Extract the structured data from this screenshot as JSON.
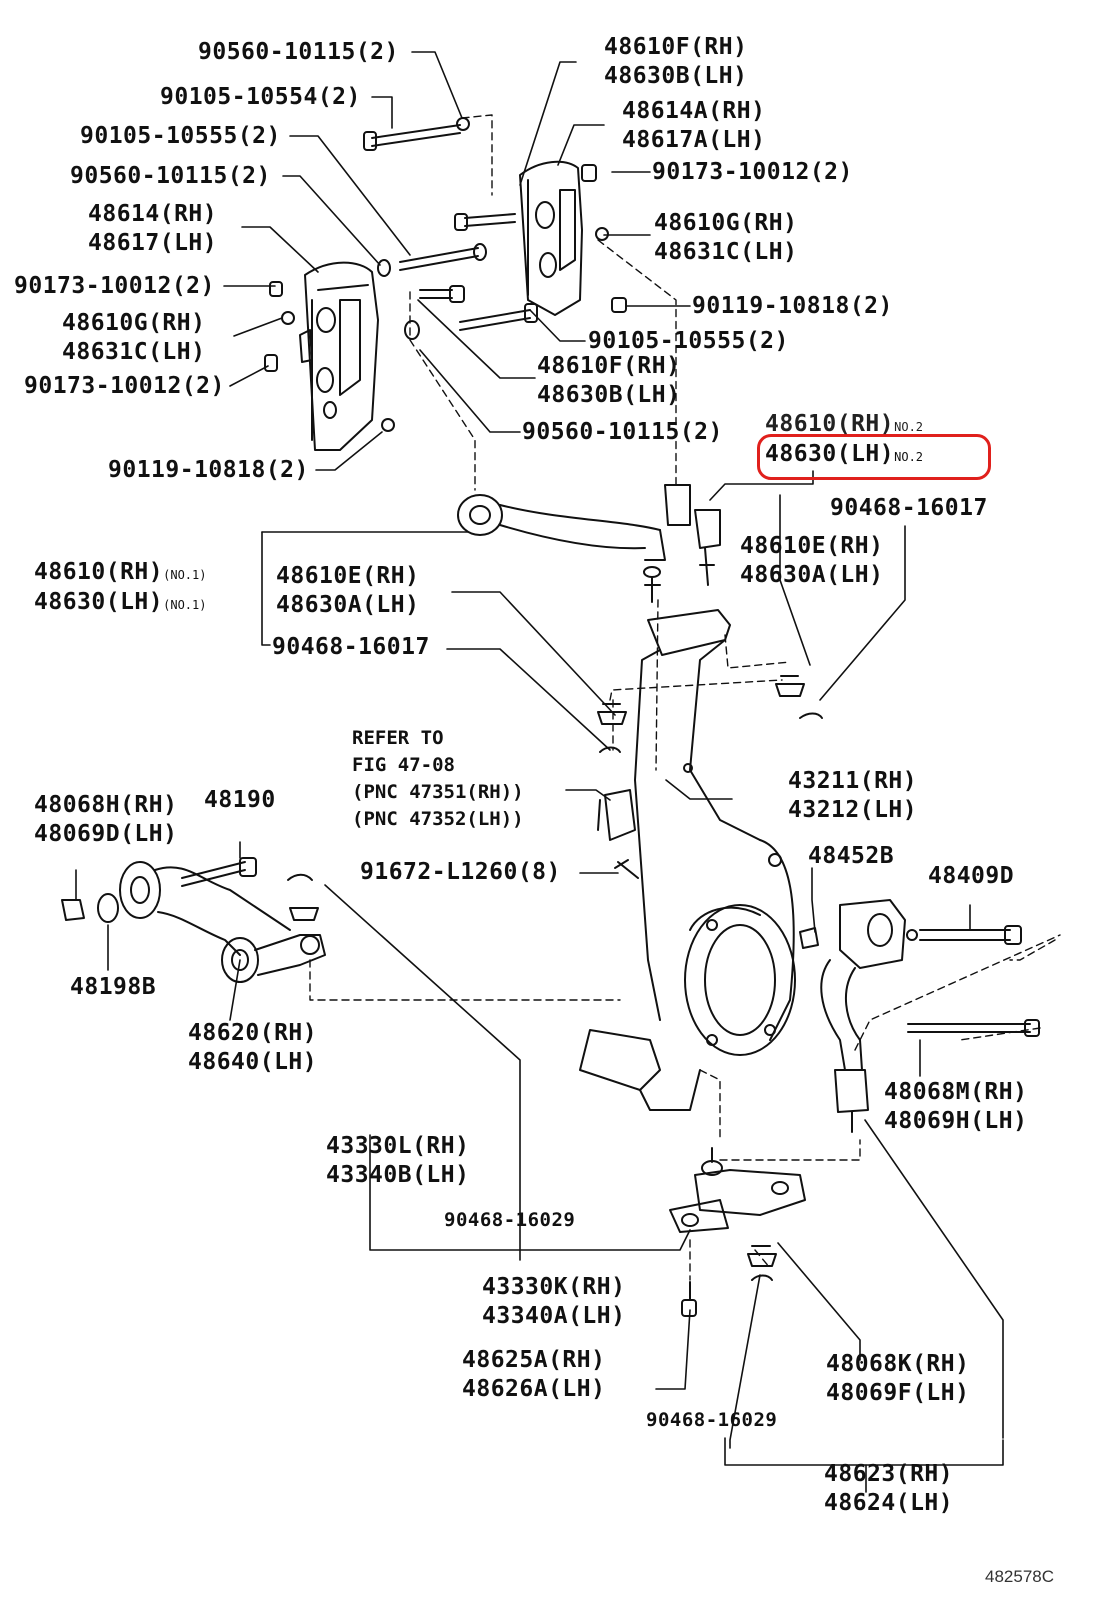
{
  "labels": {
    "a1": "90560-10115(2)",
    "a2": "90105-10554(2)",
    "a3": "90105-10555(2)",
    "a4": "90560-10115(2)",
    "a5a": "48614(RH)",
    "a5b": "48617(LH)",
    "a6": "90173-10012(2)",
    "a7a": "48610G(RH)",
    "a7b": "48631C(LH)",
    "a8": "90173-10012(2)",
    "a9": "90119-10818(2)",
    "b1a": "48610F(RH)",
    "b1b": "48630B(LH)",
    "b2a": "48614A(RH)",
    "b2b": "48617A(LH)",
    "b3": "90173-10012(2)",
    "b4a": "48610G(RH)",
    "b4b": "48631C(LH)",
    "b5": "90119-10818(2)",
    "b6": "90105-10555(2)",
    "b7a": "48610F(RH)",
    "b7b": "48630B(LH)",
    "b8": "90560-10115(2)",
    "c1a": "48610(RH)",
    "c1b": "48630(LH)",
    "c1_no": "NO.2",
    "c2": "90468-16017",
    "c3a": "48610E(RH)",
    "c3b": "48630A(LH)",
    "d1a": "48610(RH)",
    "d1b": "48630(LH)",
    "d1_no": "(NO.1)",
    "d2a": "48610E(RH)",
    "d2b": "48630A(LH)",
    "d3": "90468-16017",
    "ref1": "REFER TO",
    "ref2": "FIG 47-08",
    "ref3": "(PNC 47351(RH))",
    "ref4": "(PNC 47352(LH))",
    "e1a": "43211(RH)",
    "e1b": "43212(LH)",
    "e2": "91672-L1260(8)",
    "f1a": "48068H(RH)",
    "f1b": "48069D(LH)",
    "f2": "48190",
    "f3": "48198B",
    "f4a": "48620(RH)",
    "f4b": "48640(LH)",
    "g1": "48452B",
    "g2": "48409D",
    "g3a": "48068M(RH)",
    "g3b": "48069H(LH)",
    "h1a": "43330L(RH)",
    "h1b": "43340B(LH)",
    "h2": "90468-16029",
    "h3a": "43330K(RH)",
    "h3b": "43340A(LH)",
    "h4a": "48625A(RH)",
    "h4b": "48626A(LH)",
    "h5a": "48068K(RH)",
    "h5b": "48069F(LH)",
    "h6": "90468-16029",
    "h7a": "48623(RH)",
    "h7b": "48624(LH)",
    "figure_id": "482578C"
  },
  "highlight": {
    "color": "#e0201c"
  }
}
